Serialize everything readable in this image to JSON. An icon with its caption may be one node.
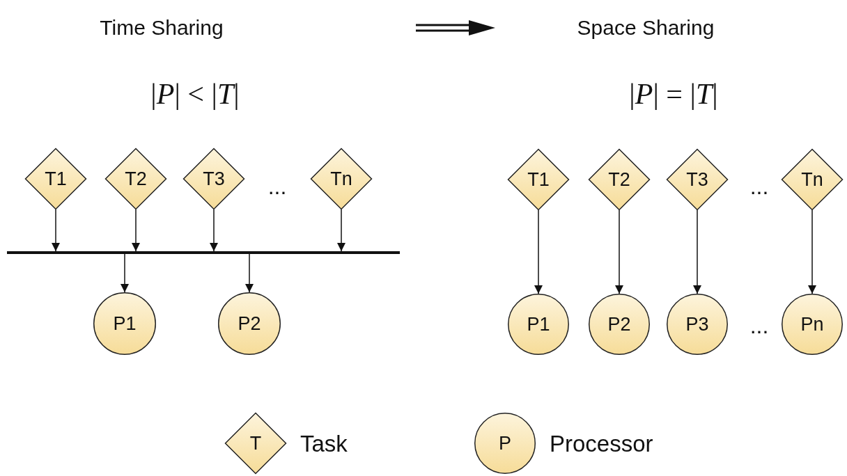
{
  "diagram": {
    "nodes": [
      {
        "text": [
          "T1"
        ]
      },
      {
        "text": [
          "T2"
        ]
      },
      {
        "text": [
          "T3"
        ]
      },
      {
        "text": [
          "Tn"
        ]
      },
      {
        "text": [],
        "shape": "bar"
      },
      {
        "text": [
          "P1"
        ]
      },
      {
        "text": [
          "P2"
        ]
      },
      {
        "text": [
          "T1"
        ]
      },
      {
        "text": [
          "T2"
        ]
      },
      {
        "text": [
          "T3"
        ]
      },
      {
        "text": [
          "Tn"
        ]
      },
      {
        "text": [
          "P1"
        ]
      },
      {
        "text": [
          "P2"
        ]
      },
      {
        "text": [
          "P3"
        ]
      },
      {
        "text": [
          "Pn"
        ]
      },
      {
        "text": [
          "T"
        ],
        "beside": [
          "Task"
        ]
      },
      {
        "text": [
          "P"
        ],
        "beside": [
          "Processor"
        ]
      }
    ],
    "edges": [
      {
        "from": 0,
        "to": 4,
        "arrow": "to"
      },
      {
        "from": 1,
        "to": 4,
        "arrow": "to"
      },
      {
        "from": 2,
        "to": 4,
        "arrow": "to"
      },
      {
        "from": 3,
        "to": 4,
        "arrow": "to"
      },
      {
        "from": 4,
        "to": 5,
        "arrow": "to"
      },
      {
        "from": 4,
        "to": 6,
        "arrow": "to"
      },
      {
        "from": 7,
        "to": 11,
        "arrow": "to"
      },
      {
        "from": 8,
        "to": 12,
        "arrow": "to"
      },
      {
        "from": 9,
        "to": 13,
        "arrow": "to"
      },
      {
        "from": 10,
        "to": 14,
        "arrow": "to"
      }
    ],
    "labels": [
      "Time Sharing",
      "Space Sharing",
      "|*P*| < |*T*|",
      "|*P*| = |*T*|",
      "...",
      "...",
      "..."
    ]
  }
}
